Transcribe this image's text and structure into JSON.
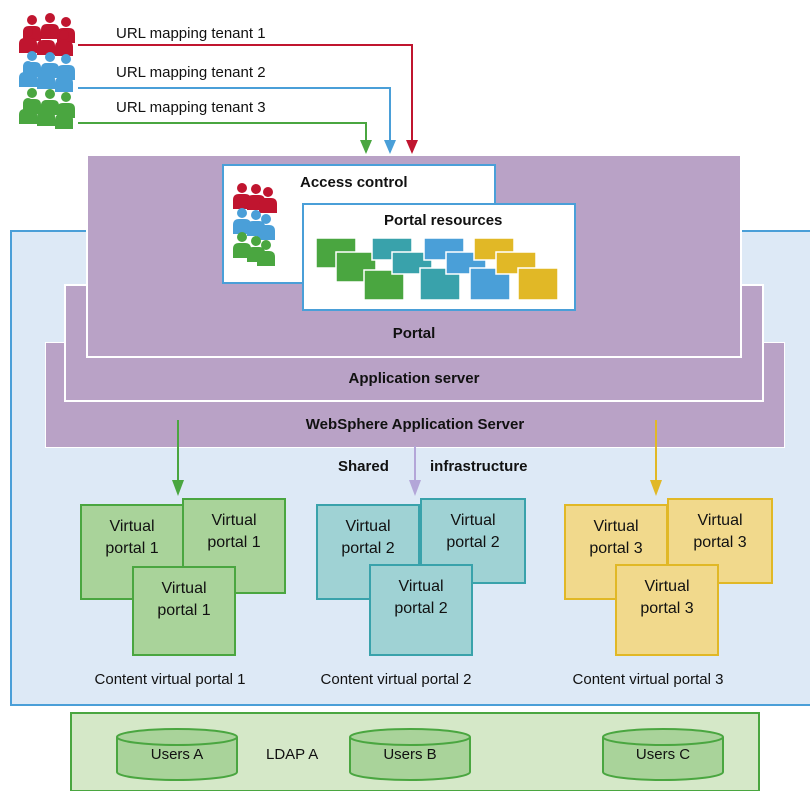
{
  "tenants": [
    {
      "label": "URL mapping tenant 1",
      "color": "#c0152f"
    },
    {
      "label": "URL mapping tenant 2",
      "color": "#4a9fd8"
    },
    {
      "label": "URL mapping tenant 3",
      "color": "#4aa640"
    }
  ],
  "layers": {
    "access_control": "Access control",
    "portal_resources": "Portal resources",
    "portal": "Portal",
    "application_server": "Application server",
    "websphere": "WebSphere Application Server",
    "shared_left": "Shared",
    "shared_right": "infrastructure"
  },
  "virtual_portals": [
    {
      "label_line1": "Virtual",
      "label_line2": "portal 1",
      "group_caption": "Content virtual portal 1",
      "color": "#4aa640"
    },
    {
      "label_line1": "Virtual",
      "label_line2": "portal 2",
      "group_caption": "Content virtual portal 2",
      "color": "#b3a6d8"
    },
    {
      "label_line1": "Virtual",
      "label_line2": "portal 3",
      "group_caption": "Content virtual portal 3",
      "color": "#e1b826"
    }
  ],
  "ldap": {
    "users_a": "Users A",
    "ldap_a": "LDAP A",
    "users_b": "Users B",
    "users_c": "Users C"
  },
  "colors": {
    "tenant_red": "#c0152f",
    "tenant_blue": "#4a9fd8",
    "tenant_green": "#4aa640",
    "resource_teal": "#39a2ab",
    "resource_yellow": "#e1b826",
    "layer_purple": "#b9a2c6",
    "infra_bg": "#dde9f6",
    "infra_border": "#4a9fd8",
    "ldap_bg": "#d5e8c8"
  }
}
